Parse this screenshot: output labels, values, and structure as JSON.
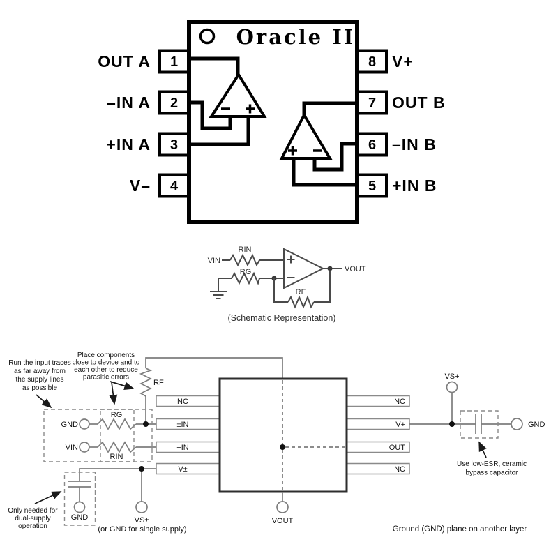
{
  "colors": {
    "pinout_ink": "#000000",
    "schematic_ink": "#4a4a4a",
    "layout_trace": "#7d7d7d",
    "annotation_ink": "#1a1a1a"
  },
  "pinout": {
    "title": "Oracle II",
    "left_pins": [
      {
        "num": "1",
        "label": "OUT A"
      },
      {
        "num": "2",
        "label": "–IN A"
      },
      {
        "num": "3",
        "label": "+IN A"
      },
      {
        "num": "4",
        "label": "V–"
      }
    ],
    "right_pins": [
      {
        "num": "8",
        "label": "V+"
      },
      {
        "num": "7",
        "label": "OUT B"
      },
      {
        "num": "6",
        "label": "–IN B"
      },
      {
        "num": "5",
        "label": "+IN B"
      }
    ]
  },
  "schematic": {
    "vin": "VIN",
    "rin": "RIN",
    "rg": "RG",
    "rf": "RF",
    "vout": "VOUT",
    "caption": "(Schematic Representation)"
  },
  "layout": {
    "left_pads": [
      "NC",
      "±IN",
      "+IN",
      "V±"
    ],
    "right_pads": [
      "NC",
      "V+",
      "OUT",
      "NC"
    ],
    "components": {
      "rf": "RF",
      "rg": "RG",
      "rin": "RIN"
    },
    "terminals": {
      "gnd_in": "GND",
      "vin": "VIN",
      "gnd_cap": "GND",
      "vs_neg": "VS±",
      "vout": "VOUT",
      "vs_plus": "VS+",
      "gnd_right": "GND"
    },
    "notes": {
      "input_traces": [
        "Run the input traces",
        "as far away from",
        "the supply lines",
        "as possible"
      ],
      "place_components": [
        "Place components",
        "close to device and to",
        "each other to reduce",
        "parasitic errors"
      ],
      "dual_supply": [
        "Only needed for",
        "dual-supply",
        "operation"
      ],
      "bypass": [
        "Use low-ESR, ceramic",
        "bypass capacitor"
      ],
      "single_supply": "(or GND for single supply)",
      "ground_plane": "Ground (GND) plane on another layer"
    }
  }
}
